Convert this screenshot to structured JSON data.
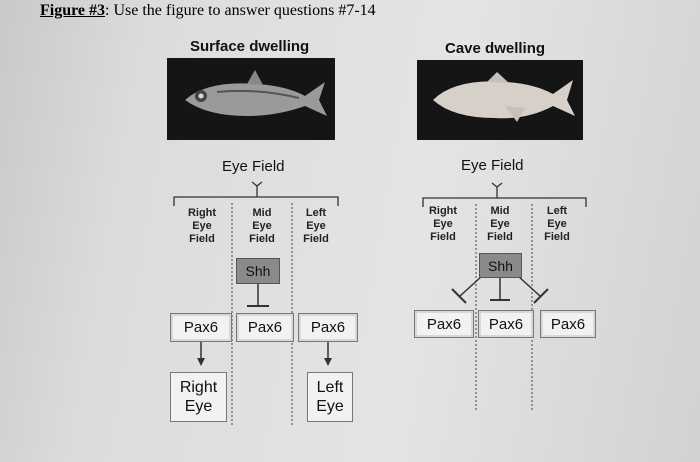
{
  "title": {
    "prefix": "Figure #3",
    "rest": ": Use the figure to answer questions #7-14"
  },
  "surface": {
    "heading": "Surface dwelling",
    "eye_field": "Eye Field",
    "columns": [
      {
        "l1": "Right",
        "l2": "Eye",
        "l3": "Field"
      },
      {
        "l1": "Mid",
        "l2": "Eye",
        "l3": "Field"
      },
      {
        "l1": "Left",
        "l2": "Eye",
        "l3": "Field"
      }
    ],
    "shh": "Shh",
    "pax": [
      "Pax6",
      "Pax6",
      "Pax6"
    ],
    "right_eye": {
      "l1": "Right",
      "l2": "Eye"
    },
    "left_eye": {
      "l1": "Left",
      "l2": "Eye"
    }
  },
  "cave": {
    "heading": "Cave dwelling",
    "eye_field": "Eye Field",
    "columns": [
      {
        "l1": "Right",
        "l2": "Eye",
        "l3": "Field"
      },
      {
        "l1": "Mid",
        "l2": "Eye",
        "l3": "Field"
      },
      {
        "l1": "Left",
        "l2": "Eye",
        "l3": "Field"
      }
    ],
    "shh": "Shh",
    "pax": [
      "Pax6",
      "Pax6",
      "Pax6"
    ]
  },
  "colors": {
    "shh_box": "#8a8a8a",
    "photo_bg": "#151515"
  }
}
